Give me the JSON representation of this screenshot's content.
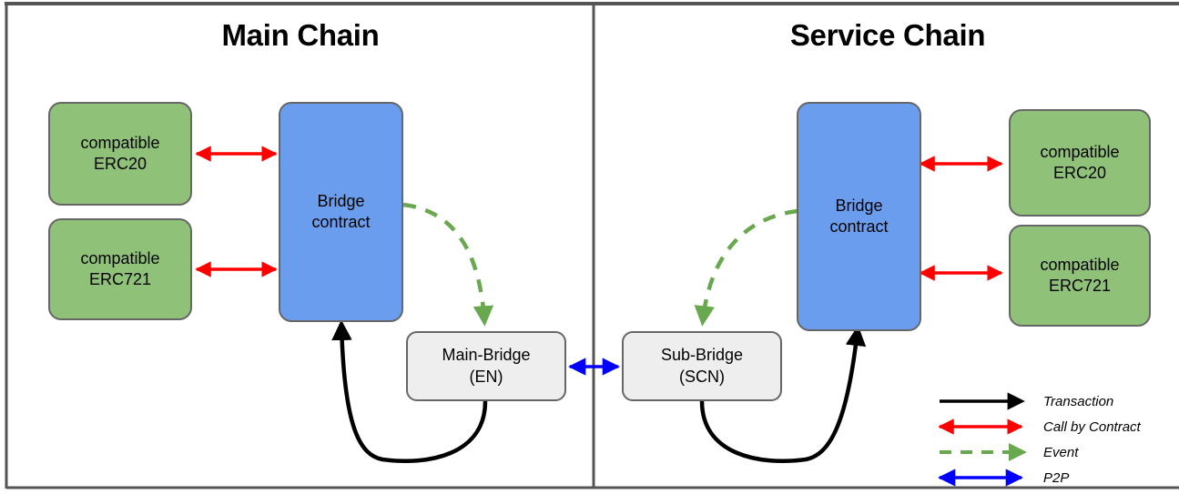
{
  "diagram": {
    "title_main": "Main Chain",
    "title_service": "Service Chain"
  },
  "main_chain": {
    "erc20": "compatible\nERC20",
    "erc20_line1": "compatible",
    "erc20_line2": "ERC20",
    "erc721_line1": "compatible",
    "erc721_line2": "ERC721",
    "bridge_line1": "Bridge",
    "bridge_line2": "contract",
    "main_bridge_line1": "Main-Bridge",
    "main_bridge_line2": "(EN)"
  },
  "service_chain": {
    "erc20_line1": "compatible",
    "erc20_line2": "ERC20",
    "erc721_line1": "compatible",
    "erc721_line2": "ERC721",
    "bridge_line1": "Bridge",
    "bridge_line2": "contract",
    "sub_bridge_line1": "Sub-Bridge",
    "sub_bridge_line2": "(SCN)"
  },
  "legend": {
    "items": [
      {
        "label": "Transaction",
        "color": "#000000",
        "style": "solid",
        "heads": "single"
      },
      {
        "label": "Call by Contract",
        "color": "#ff0000",
        "style": "solid",
        "heads": "double"
      },
      {
        "label": "Event",
        "color": "#6aa84f",
        "style": "dashed",
        "heads": "single"
      },
      {
        "label": "P2P",
        "color": "#0000ff",
        "style": "solid",
        "heads": "double"
      }
    ]
  },
  "colors": {
    "green_node": "#90c178",
    "blue_node": "#6a9ded",
    "grey_node": "#eeeeee",
    "node_border": "#666666",
    "frame_border": "#555555",
    "transaction": "#000000",
    "call_by_contract": "#ff0000",
    "event": "#6aa84f",
    "p2p": "#0000ff"
  }
}
